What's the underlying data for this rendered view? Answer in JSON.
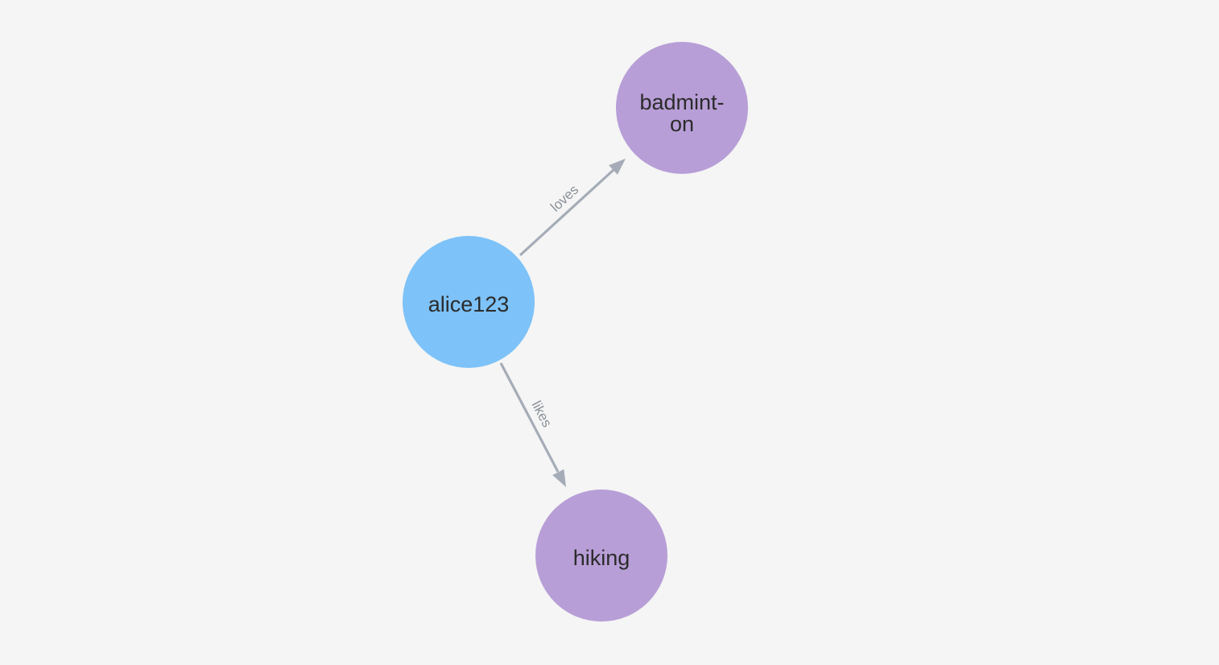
{
  "canvas": {
    "background_color": "#f4f5f4"
  },
  "graph": {
    "node_label_color": "#2b2b2b",
    "edge_color": "#a6acb7",
    "edge_label_color": "#8b909a",
    "nodes": [
      {
        "id": "alice123",
        "label": "alice123",
        "color": "#7dc2f8"
      },
      {
        "id": "badminton",
        "label_lines": [
          "badmint-",
          "on"
        ],
        "color": "#b89ed7"
      },
      {
        "id": "hiking",
        "label": "hiking",
        "color": "#b89ed7"
      }
    ],
    "edges": [
      {
        "from": "alice123",
        "to": "badminton",
        "label": "loves"
      },
      {
        "from": "alice123",
        "to": "hiking",
        "label": "likes"
      }
    ]
  }
}
